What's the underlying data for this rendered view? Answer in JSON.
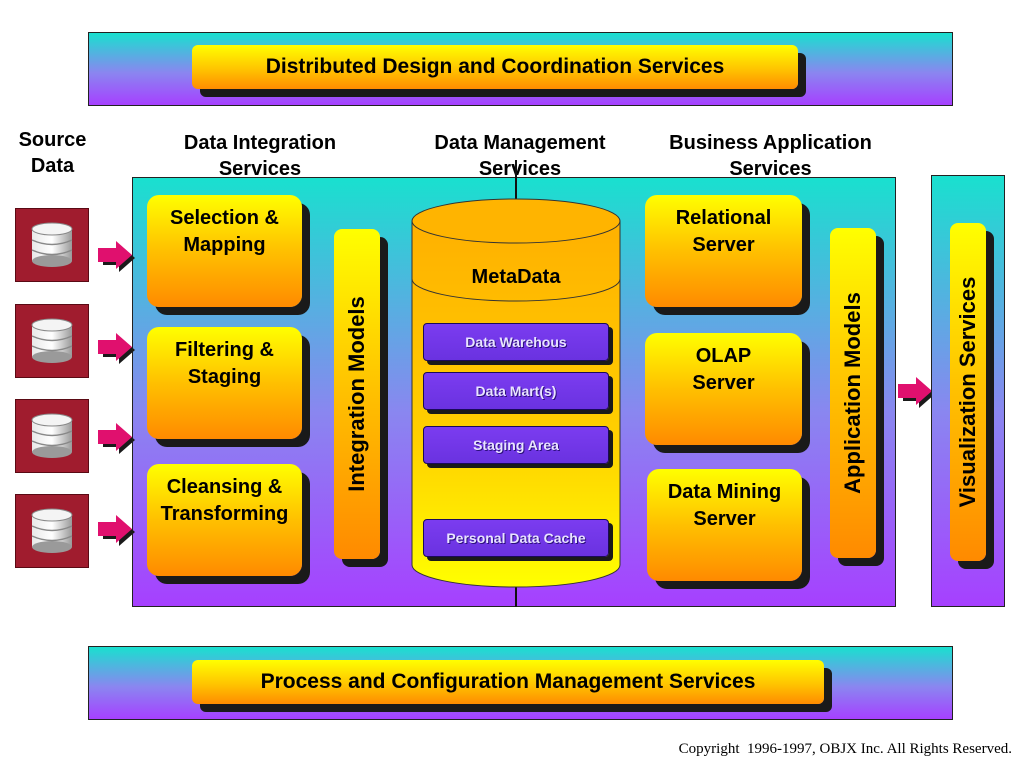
{
  "top_banner": "Distributed Design and Coordination Services",
  "bottom_banner": "Process and Configuration Management Services",
  "source_data_label": "Source\nData",
  "columns": {
    "integration": "Data Integration\nServices",
    "management": "Data Management\nServices",
    "business": "Business Application\nServices"
  },
  "integration_cards": [
    "Selection &\nMapping",
    "Filtering &\nStaging",
    "Cleansing &\nTransforming"
  ],
  "integration_models": "Integration Models",
  "metadata_label": "MetaData",
  "data_stores": [
    "Data Warehous",
    "Data Mart(s)",
    "Staging Area",
    "Personal Data Cache"
  ],
  "application_cards": [
    "Relational\nServer",
    "OLAP\nServer",
    "Data Mining\nServer"
  ],
  "application_models": "Application Models",
  "visualization": "Visualization Services",
  "copyright": "Copyright  1996-1997, OBJX Inc. All Rights Reserved.",
  "icons": {
    "source": "database-icon",
    "arrow": "right-arrow-icon"
  },
  "colors": {
    "panel_top": "#19e0cf",
    "panel_bottom": "#a640ff",
    "card_top": "#ffff00",
    "card_bottom": "#ff8a00",
    "source_box": "#a01c2e",
    "arrow": "#e0106e",
    "store_box": "#7b3cf0"
  }
}
